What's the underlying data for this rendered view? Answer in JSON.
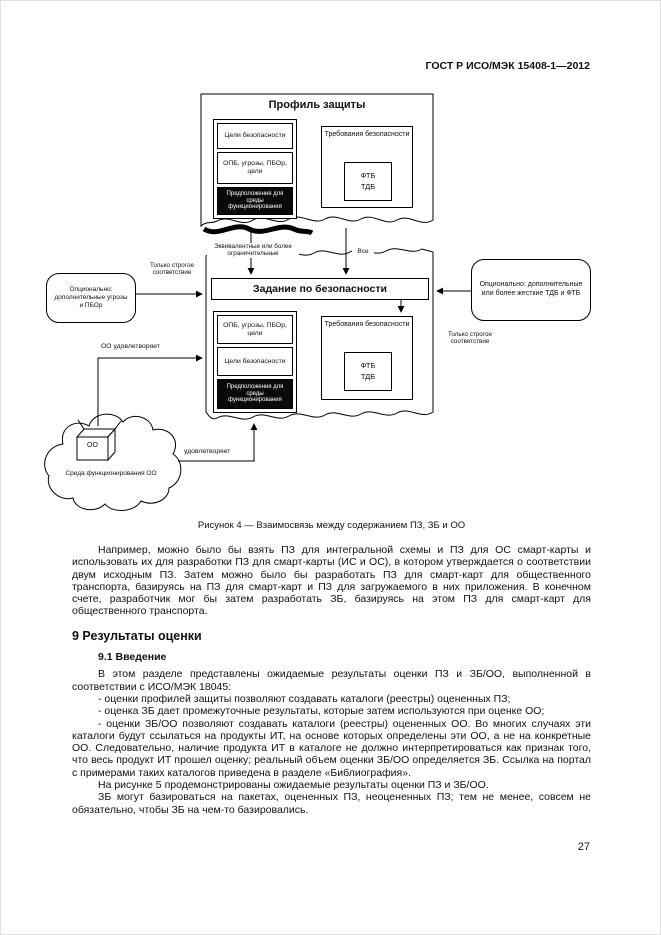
{
  "page": {
    "header": "ГОСТ Р ИСО/МЭК 15408-1—2012",
    "number": "27"
  },
  "figure": {
    "caption": "Рисунок 4 — Взаимосвязь между содержанием ПЗ, ЗБ и ОО",
    "pp": {
      "title": "Профиль защиты",
      "goals": "Цели безопасности",
      "spd": "ОПБ, угрозы, ПБОр, цели",
      "assumptions": "Предположения для среды функционирования",
      "req_title": "Требования безопасности",
      "req_inner": "ФТБ\nТДБ"
    },
    "st": {
      "title": "Задание по безопасности",
      "spd": "ОПБ, угрозы, ПБОр, цели",
      "goals": "Цели безопасности",
      "assumptions": "Предположения для среды функционирования",
      "req_title": "Требования безопасности",
      "req_inner": "ФТБ\nТДБ"
    },
    "labels": {
      "equiv": "Эквивалентные или более ограничительные",
      "all": "Все",
      "strict_left": "Только строгое соответствие",
      "strict_right": "Только строгое соответствие",
      "oo_satisfies": "ОО удовлетворяет",
      "satisfies": "удовлетворяет",
      "left_bubble": "Опционально: дополнительные угрозы и ПБОр",
      "right_bubble": "Опционально: дополнительные или более жесткие ТДБ и ФТБ",
      "oo": "ОО",
      "env": "Среда функционирования ОО"
    }
  },
  "content": {
    "para1": "Например, можно было бы взять ПЗ для интегральной схемы и ПЗ для ОС смарт-карты и использовать их для разработки ПЗ для смарт-карты (ИС и ОС), в котором утверждается о соответствии двум исходным ПЗ. Затем можно было бы разработать ПЗ для смарт-карт для общественного транспорта, базируясь на ПЗ для смарт-карт и ПЗ для загружаемого в них приложения. В конечном счете, разработчик мог бы затем разработать ЗБ, базируясь на этом ПЗ для смарт-карт для общественного транспорта.",
    "section_title": "9  Результаты оценки",
    "subsection_title": "9.1 Введение",
    "para2": "В этом разделе представлены ожидаемые результаты оценки ПЗ и ЗБ/ОО, выполненной в соответствии с ИСО/МЭК 18045:",
    "list": [
      "- оценки профилей защиты позволяют создавать каталоги (реестры) оцененных ПЗ;",
      "- оценка ЗБ дает промежуточные результаты, которые затем используются при оценке ОО;",
      "- оценки ЗБ/ОО позволяют создавать каталоги (реестры) оцененных ОО. Во многих случаях эти каталоги будут ссылаться на продукты ИТ, на основе которых определены эти ОО, а не на конкретные ОО. Следовательно, наличие продукта ИТ в каталоге не должно интерпретироваться как признак того, что весь продукт ИТ прошел оценку; реальный объем оценки ЗБ/ОО определяется ЗБ. Ссылка на портал с примерами таких каталогов приведена в разделе «Библиография»."
    ],
    "para3": "На рисунке 5 продемонстрированы ожидаемые результаты оценки ПЗ и ЗБ/ОО.",
    "para4": "ЗБ могут базироваться на пакетах, оцененных ПЗ, неоцененных ПЗ; тем не менее, совсем не обязательно, чтобы ЗБ на чем-то базировались."
  }
}
